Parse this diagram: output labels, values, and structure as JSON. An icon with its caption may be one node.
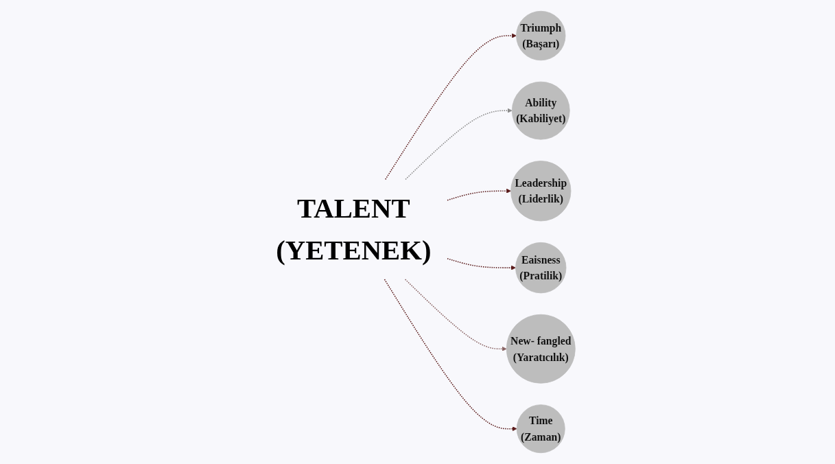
{
  "diagram": {
    "nodes": [
      {
        "text": [
          "Triumph",
          "(Başarı)"
        ]
      },
      {
        "text": [
          "Ability",
          "(Kabiliyet)"
        ]
      },
      {
        "text": [
          "Leadership",
          "(Liderlik)"
        ]
      },
      {
        "text": [
          "TALENT",
          "(YETENEK)"
        ]
      },
      {
        "text": [
          "Eaisness",
          "(Pratilik)"
        ]
      },
      {
        "text": [
          "Time",
          "(Zaman)"
        ]
      },
      {
        "text": [
          "New- fangled",
          "(Yaratıcılık)"
        ]
      }
    ],
    "edges": [
      {
        "from": 3,
        "to": 0,
        "arrow": "to",
        "style": "dashed"
      },
      {
        "from": 3,
        "to": 1,
        "arrow": "to",
        "style": "dashed",
        "color": "#8c8c8c"
      },
      {
        "from": 3,
        "to": 2,
        "arrow": "to",
        "style": "dashed"
      },
      {
        "from": 3,
        "to": 4,
        "arrow": "to",
        "style": "dashed"
      },
      {
        "from": 3,
        "to": 6,
        "arrow": "to",
        "style": "dashed",
        "color": "#8a6464"
      },
      {
        "from": 3,
        "to": 5,
        "arrow": "to",
        "style": "dashed"
      }
    ]
  }
}
